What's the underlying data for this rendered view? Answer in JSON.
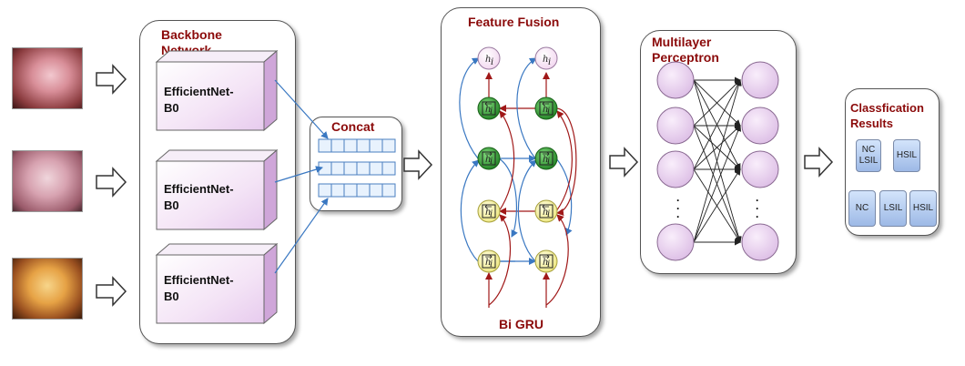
{
  "backbone": {
    "title": "Backbone\nNetwork",
    "blocks": [
      "EfficientNet-\nB0",
      "EfficientNet-\nB0",
      "EfficientNet-\nB0"
    ]
  },
  "concat": {
    "title": "Concat"
  },
  "fusion": {
    "title": "Feature Fusion",
    "footer": "Bi GRU",
    "output_label": "h",
    "output_subscript": "i"
  },
  "mlp": {
    "title": "Multilayer\nPerceptron",
    "ellipsis": "·\n·\n·"
  },
  "classification": {
    "title": "Classfication\nResults",
    "row1": [
      "NC\nLSIL",
      "HSIL"
    ],
    "row2": [
      "NC",
      "LSIL",
      "HSIL"
    ]
  },
  "colors": {
    "title": "#8b0a0a",
    "cube_front": "#f3e6f7",
    "node_output": "#f7e8f5",
    "node_green": "#2e9b2e",
    "node_yellow": "#f4f0a0",
    "mlp_node": "#ead3ef",
    "arrow_blue": "#3a78c2",
    "arrow_red": "#a01818"
  }
}
